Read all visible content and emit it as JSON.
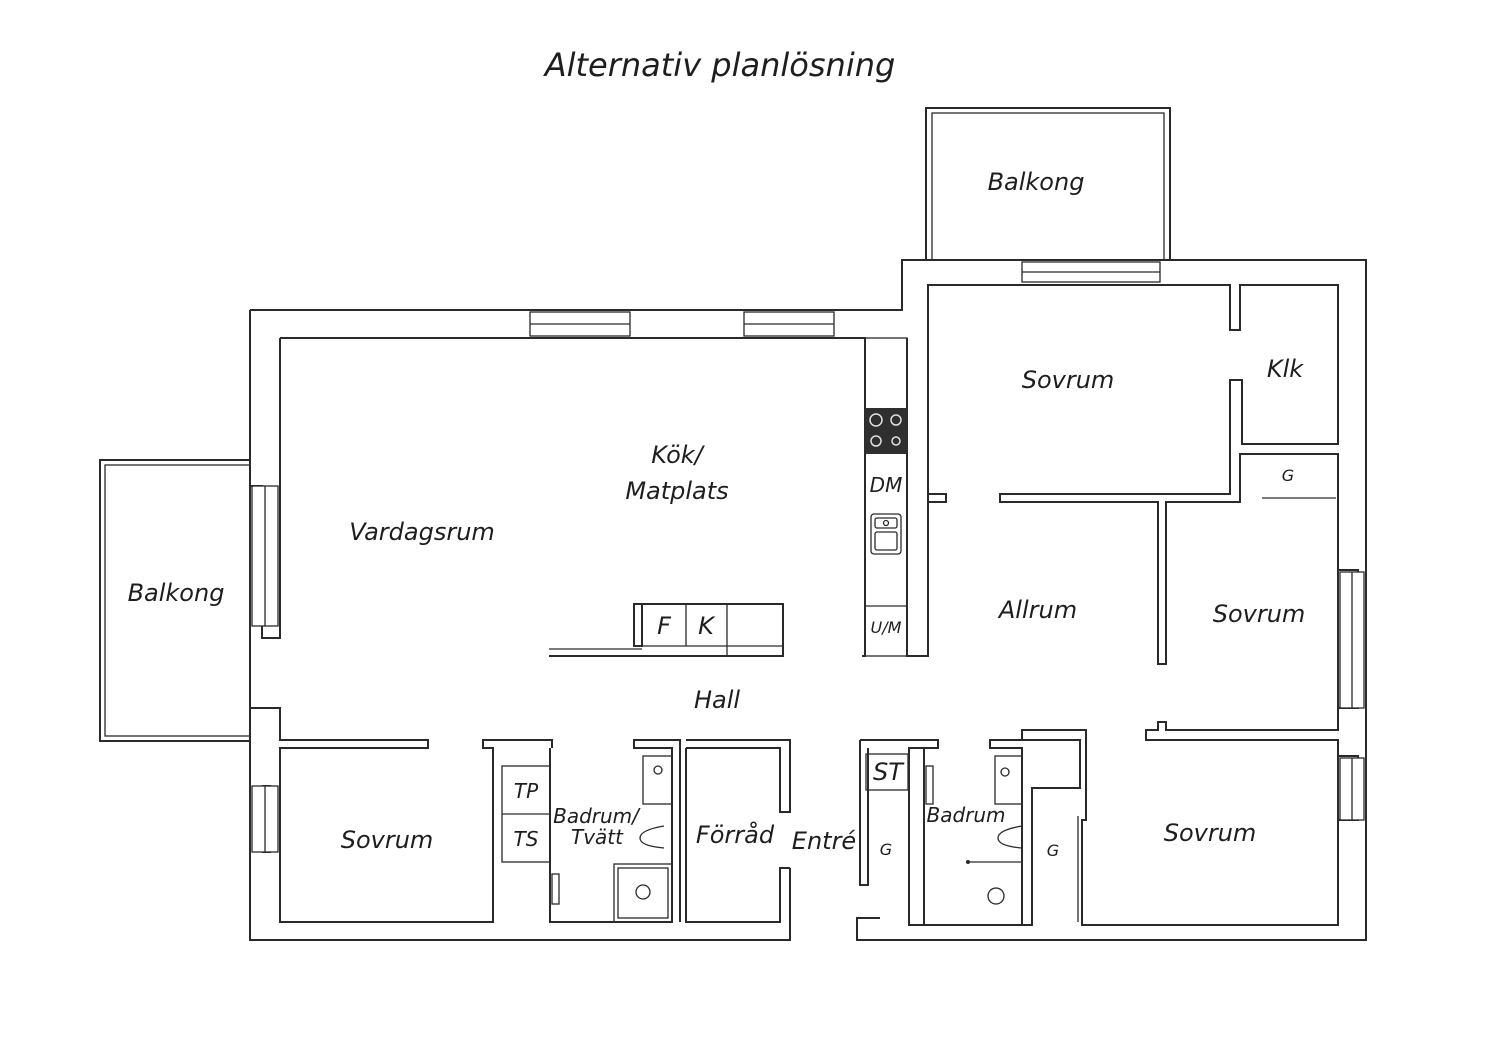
{
  "title": "Alternativ planlösning",
  "rooms": {
    "balkong_top": "Balkong",
    "balkong_left": "Balkong",
    "kok_line1": "Kök/",
    "kok_line2": "Matplats",
    "vardagsrum": "Vardagsrum",
    "sovrum_top": "Sovrum",
    "klk": "Klk",
    "allrum": "Allrum",
    "sovrum_right": "Sovrum",
    "sovrum_bottom_right": "Sovrum",
    "sovrum_bottom_left": "Sovrum",
    "hall": "Hall",
    "badrum_tvatt_line1": "Badrum/",
    "badrum_tvatt_line2": "Tvätt",
    "forrad": "Förråd",
    "entre": "Entré",
    "badrum": "Badrum"
  },
  "fixtures": {
    "dm": "DM",
    "um": "U/M",
    "f": "F",
    "k": "K",
    "tp": "TP",
    "ts": "TS",
    "st": "ST",
    "g_klk": "G",
    "g_entre": "G",
    "g_bath": "G"
  }
}
